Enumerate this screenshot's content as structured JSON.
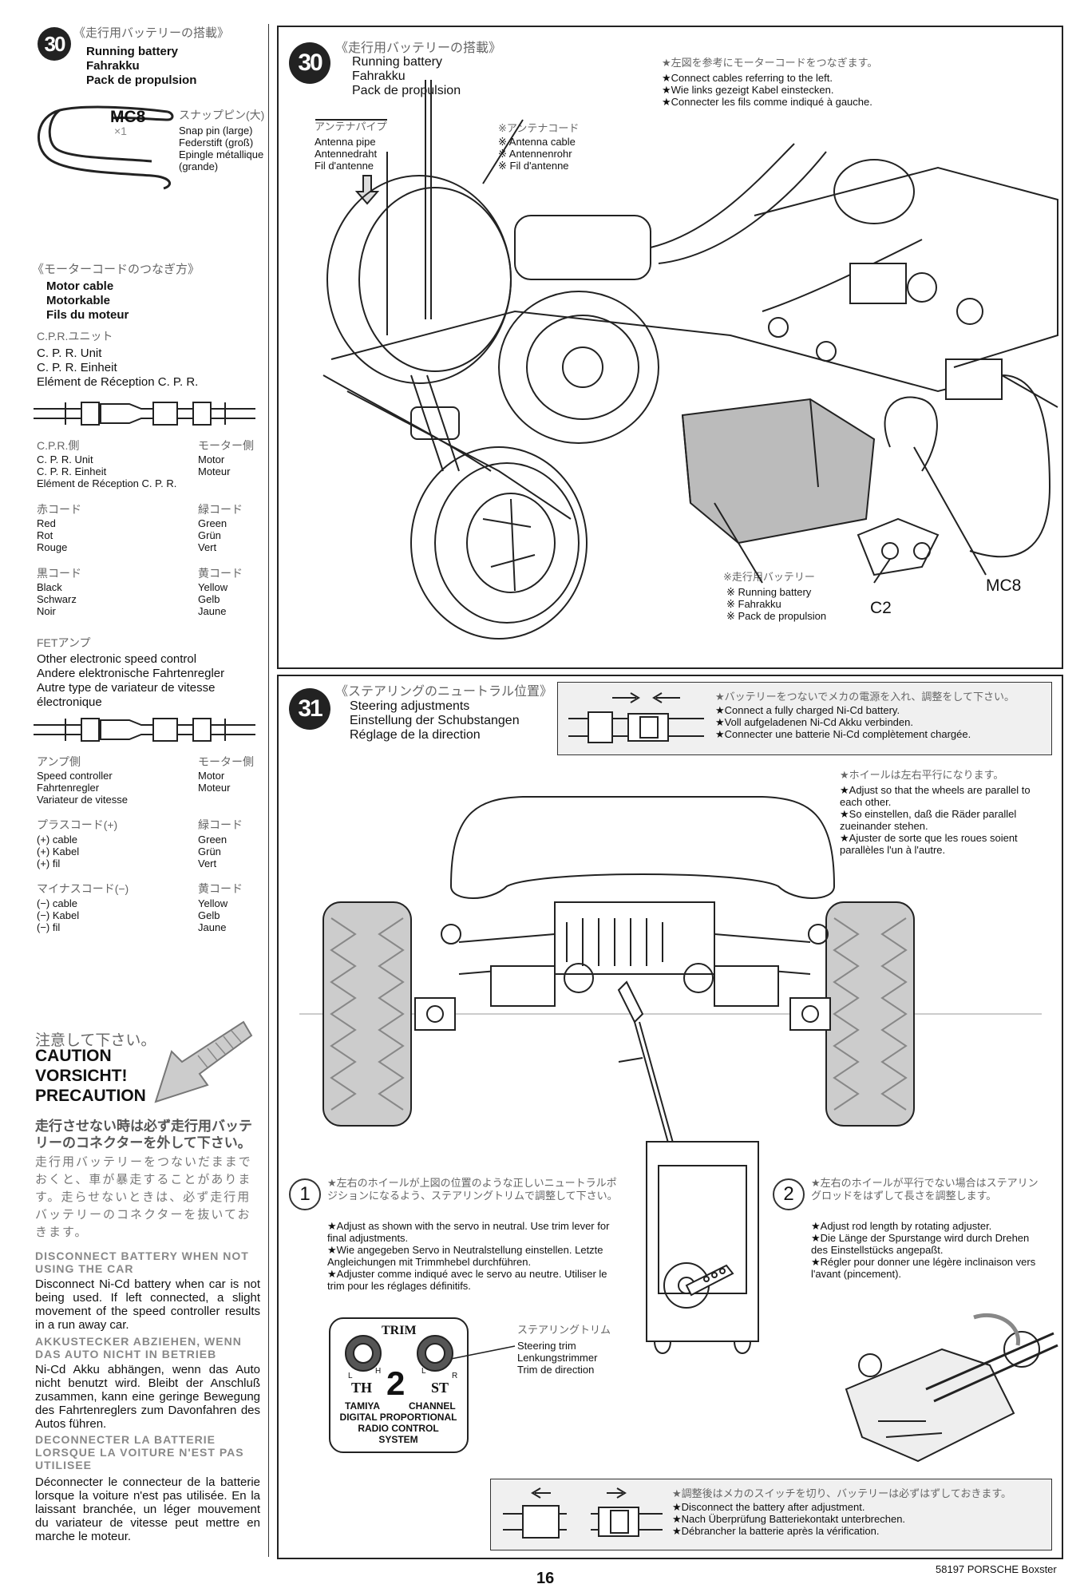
{
  "left": {
    "step30": {
      "number": "30",
      "jp": "《走行用バッテリーの搭載》",
      "title": "Running battery\nFahrakku\nPack de propulsion",
      "part_code": "MC8",
      "part_qty": "×1",
      "part_jp": "スナップピン(大)",
      "part_text": "Snap pin (large)\nFederstift (groß)\nEpingle métallique\n(grande)"
    },
    "motor_cable": {
      "jp": "《モーターコードのつなぎ方》",
      "title": "Motor cable\nMotorkable\nFils du moteur",
      "cpr_jp": "C.P.R.ユニット",
      "cpr_text": "C. P. R. Unit\nC. P. R. Einheit\nElément de Réception C. P. R.",
      "side_cpr_jp": "C.P.R.側",
      "side_cpr_text": "C. P. R. Unit\nC. P. R. Einheit\nElément de Réception C. P. R.",
      "side_motor_jp": "モーター側",
      "side_motor_text": "Motor\nMoteur",
      "red_jp": "赤コード",
      "red_text": "Red\nRot\nRouge",
      "green_jp": "緑コード",
      "green_text": "Green\nGrün\nVert",
      "black_jp": "黒コード",
      "black_text": "Black\nSchwarz\nNoir",
      "yellow_jp": "黄コード",
      "yellow_text": "Yellow\nGelb\nJaune"
    },
    "fet": {
      "jp": "FETアンプ",
      "title": "Other electronic speed control\nAndere elektronische Fahrtenregler\nAutre type de variateur de vitesse\nélectronique",
      "amp_jp": "アンプ側",
      "amp_text": "Speed controller\nFahrtenregler\nVariateur de vitesse",
      "motor_jp": "モーター側",
      "motor_text": "Motor\nMoteur",
      "plus_jp": "プラスコード(+)",
      "plus_text": "(+) cable\n(+) Kabel\n(+) fil",
      "green_jp": "緑コード",
      "green_text": "Green\nGrün\nVert",
      "minus_jp": "マイナスコード(−)",
      "minus_text": "(−) cable\n(−) Kabel\n(−) fil",
      "yellow_jp": "黄コード",
      "yellow_text": "Yellow\nGelb\nJaune"
    },
    "caution": {
      "jp": "注意して下さい。",
      "title": "CAUTION\nVORSICHT!\nPRECAUTION",
      "jp_bold": "走行させない時は必ず走行用バッテリーのコネクターを外して下さい。",
      "jp_body": "走行用バッテリーをつないだままでおくと、車が暴走することがあります。走らせないときは、必ず走行用バッテリーのコネクターを抜いておきます。",
      "en_head": "DISCONNECT BATTERY WHEN NOT USING THE CAR",
      "en_body": "Disconnect Ni-Cd battery when car is not being used. If left connected, a slight movement of the speed controller results in a run away car.",
      "de_head": "AKKUSTECKER ABZIEHEN, WENN DAS AUTO NICHT IN BETRIEB",
      "de_body": "Ni-Cd Akku abhängen, wenn das Auto nicht benutzt wird. Bleibt der Anschluß zusammen, kann eine geringe Bewegung des Fahrtenreglers zum Davonfahren des Autos führen.",
      "fr_head": "DECONNECTER LA BATTERIE LORSQUE LA VOITURE N'EST PAS UTILISEE",
      "fr_body": "Déconnecter le connecteur de la batterie lorsque la voiture n'est pas utilisée. En la laissant branchée, un léger mouvement du variateur de vitesse peut mettre en marche le moteur."
    }
  },
  "panel30": {
    "number": "30",
    "jp": "《走行用バッテリーの搭載》",
    "title": "Running battery\nFahrakku\nPack de propulsion",
    "note_jp": "★左図を参考にモーターコードをつなぎます。",
    "note_text": "★Connect cables referring to the left.\n★Wie links gezeigt Kabel einstecken.\n★Connecter les fils comme indiqué à gauche.",
    "antenna_pipe_jp": "アンテナパイプ",
    "antenna_pipe_text": "Antenna pipe\nAntennedraht\nFil d'antenne",
    "antenna_cable_jp": "※アンテナコード",
    "antenna_cable_text": "※ Antenna cable\n※ Antennenrohr\n※ Fil d'antenne",
    "battery_jp": "※走行用バッテリー",
    "battery_text": "※ Running battery\n※ Fahrakku\n※ Pack de propulsion",
    "label_mc8": "MC8",
    "label_c2": "C2"
  },
  "panel31": {
    "number": "31",
    "jp": "《ステアリングのニュートラル位置》",
    "title": "Steering adjustments\nEinstellung der Schubstangen\nRéglage de la direction",
    "battery_note_jp": "★バッテリーをつないでメカの電源を入れ、調整をして下さい。",
    "battery_note_text": "★Connect a fully charged Ni-Cd battery.\n★Voll aufgeladenen Ni-Cd Akku verbinden.\n★Connecter une batterie Ni-Cd complètement chargée.",
    "wheels_jp": "★ホイールは左右平行になります。",
    "wheels_text": "★Adjust so that the wheels are parallel to each other.\n★So einstellen, daß die Räder parallel zueinander stehen.\n★Ajuster de sorte que les roues soient parallèles l'un à l'autre.",
    "step1_num": "1",
    "step1_jp": "★左右のホイールが上図の位置のような正しいニュートラルポジションになるよう、ステアリングトリムで調整して下さい。",
    "step1_text": "★Adjust as shown with the servo in neutral. Use trim lever for final adjustments.\n★Wie angegeben Servo in Neutralstellung einstellen. Letzte Angleichungen mit Trimmhebel durchführen.\n★Adjuster comme indiqué avec le servo au neutre. Utiliser le trim pour les réglages définitifs.",
    "step2_num": "2",
    "step2_jp": "★左右のホイールが平行でない場合はステアリングロッドをはずして長さを調整します。",
    "step2_text": "★Adjust rod length by rotating adjuster.\n★Die Länge der Spurstange wird durch Drehen des Einstellstücks angepaßt.\n★Régler pour donner une légère inclinaison vers l'avant (pincement).",
    "trim_jp": "ステアリングトリム",
    "trim_text": "Steering trim\nLenkungstrimmer\nTrim de direction",
    "tx_trim": "TRIM",
    "tx_l1": "L",
    "tx_h": "H",
    "tx_l2": "L",
    "tx_r": "R",
    "tx_th": "TH",
    "tx_two": "2",
    "tx_st": "ST",
    "tx_line1": "TAMIYA",
    "tx_line1b": "CHANNEL",
    "tx_line2": "DIGITAL PROPORTIONAL",
    "tx_line3": "RADIO CONTROL",
    "tx_line4": "SYSTEM",
    "after_jp": "★調整後はメカのスイッチを切り、バッテリーは必ずはずしておきます。",
    "after_text": "★Disconnect the battery after adjustment.\n★Nach Überprüfung Batteriekontakt unterbrechen.\n★Débrancher la batterie après la vérification."
  },
  "footer": {
    "page": "16",
    "model": "58197 PORSCHE Boxster"
  }
}
